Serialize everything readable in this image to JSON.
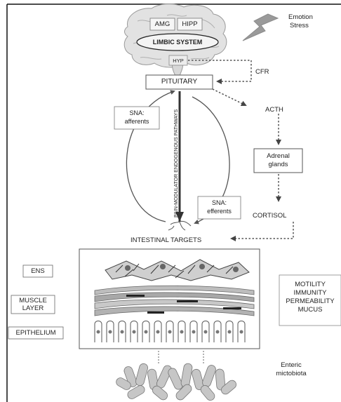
{
  "labels": {
    "amg": "AMG",
    "hipp": "HIPP",
    "limbic": "LIMBIC SYSTEM",
    "hyp": "HYP",
    "emotion_line1": "Emotion",
    "emotion_line2": "Stress",
    "cfr": "CFR",
    "pituitary": "PITUITARY",
    "acth": "ACTH",
    "sna_aff_line1": "SNA:",
    "sna_aff_line2": "afferents",
    "sna_eff_line1": "SNA:",
    "sna_eff_line2": "efferents",
    "pathway": "PAIN-MODULATOR ENDOGENOUS PATHWAYS",
    "adrenal_line1": "Adrenal",
    "adrenal_line2": "glands",
    "cortisol": "CORTISOL",
    "intestinal_targets": "INTESTINAL TARGETS",
    "ens": "ENS",
    "muscle_line1": "MUSCLE",
    "muscle_line2": "LAYER",
    "epithelium": "EPITHELIUM",
    "effects": [
      "MOTILITY",
      "IMMUNITY",
      "PERMEABILITY",
      "MUCUS"
    ],
    "microbiota_line1": "Enteric",
    "microbiota_line2": "mictobiota"
  }
}
